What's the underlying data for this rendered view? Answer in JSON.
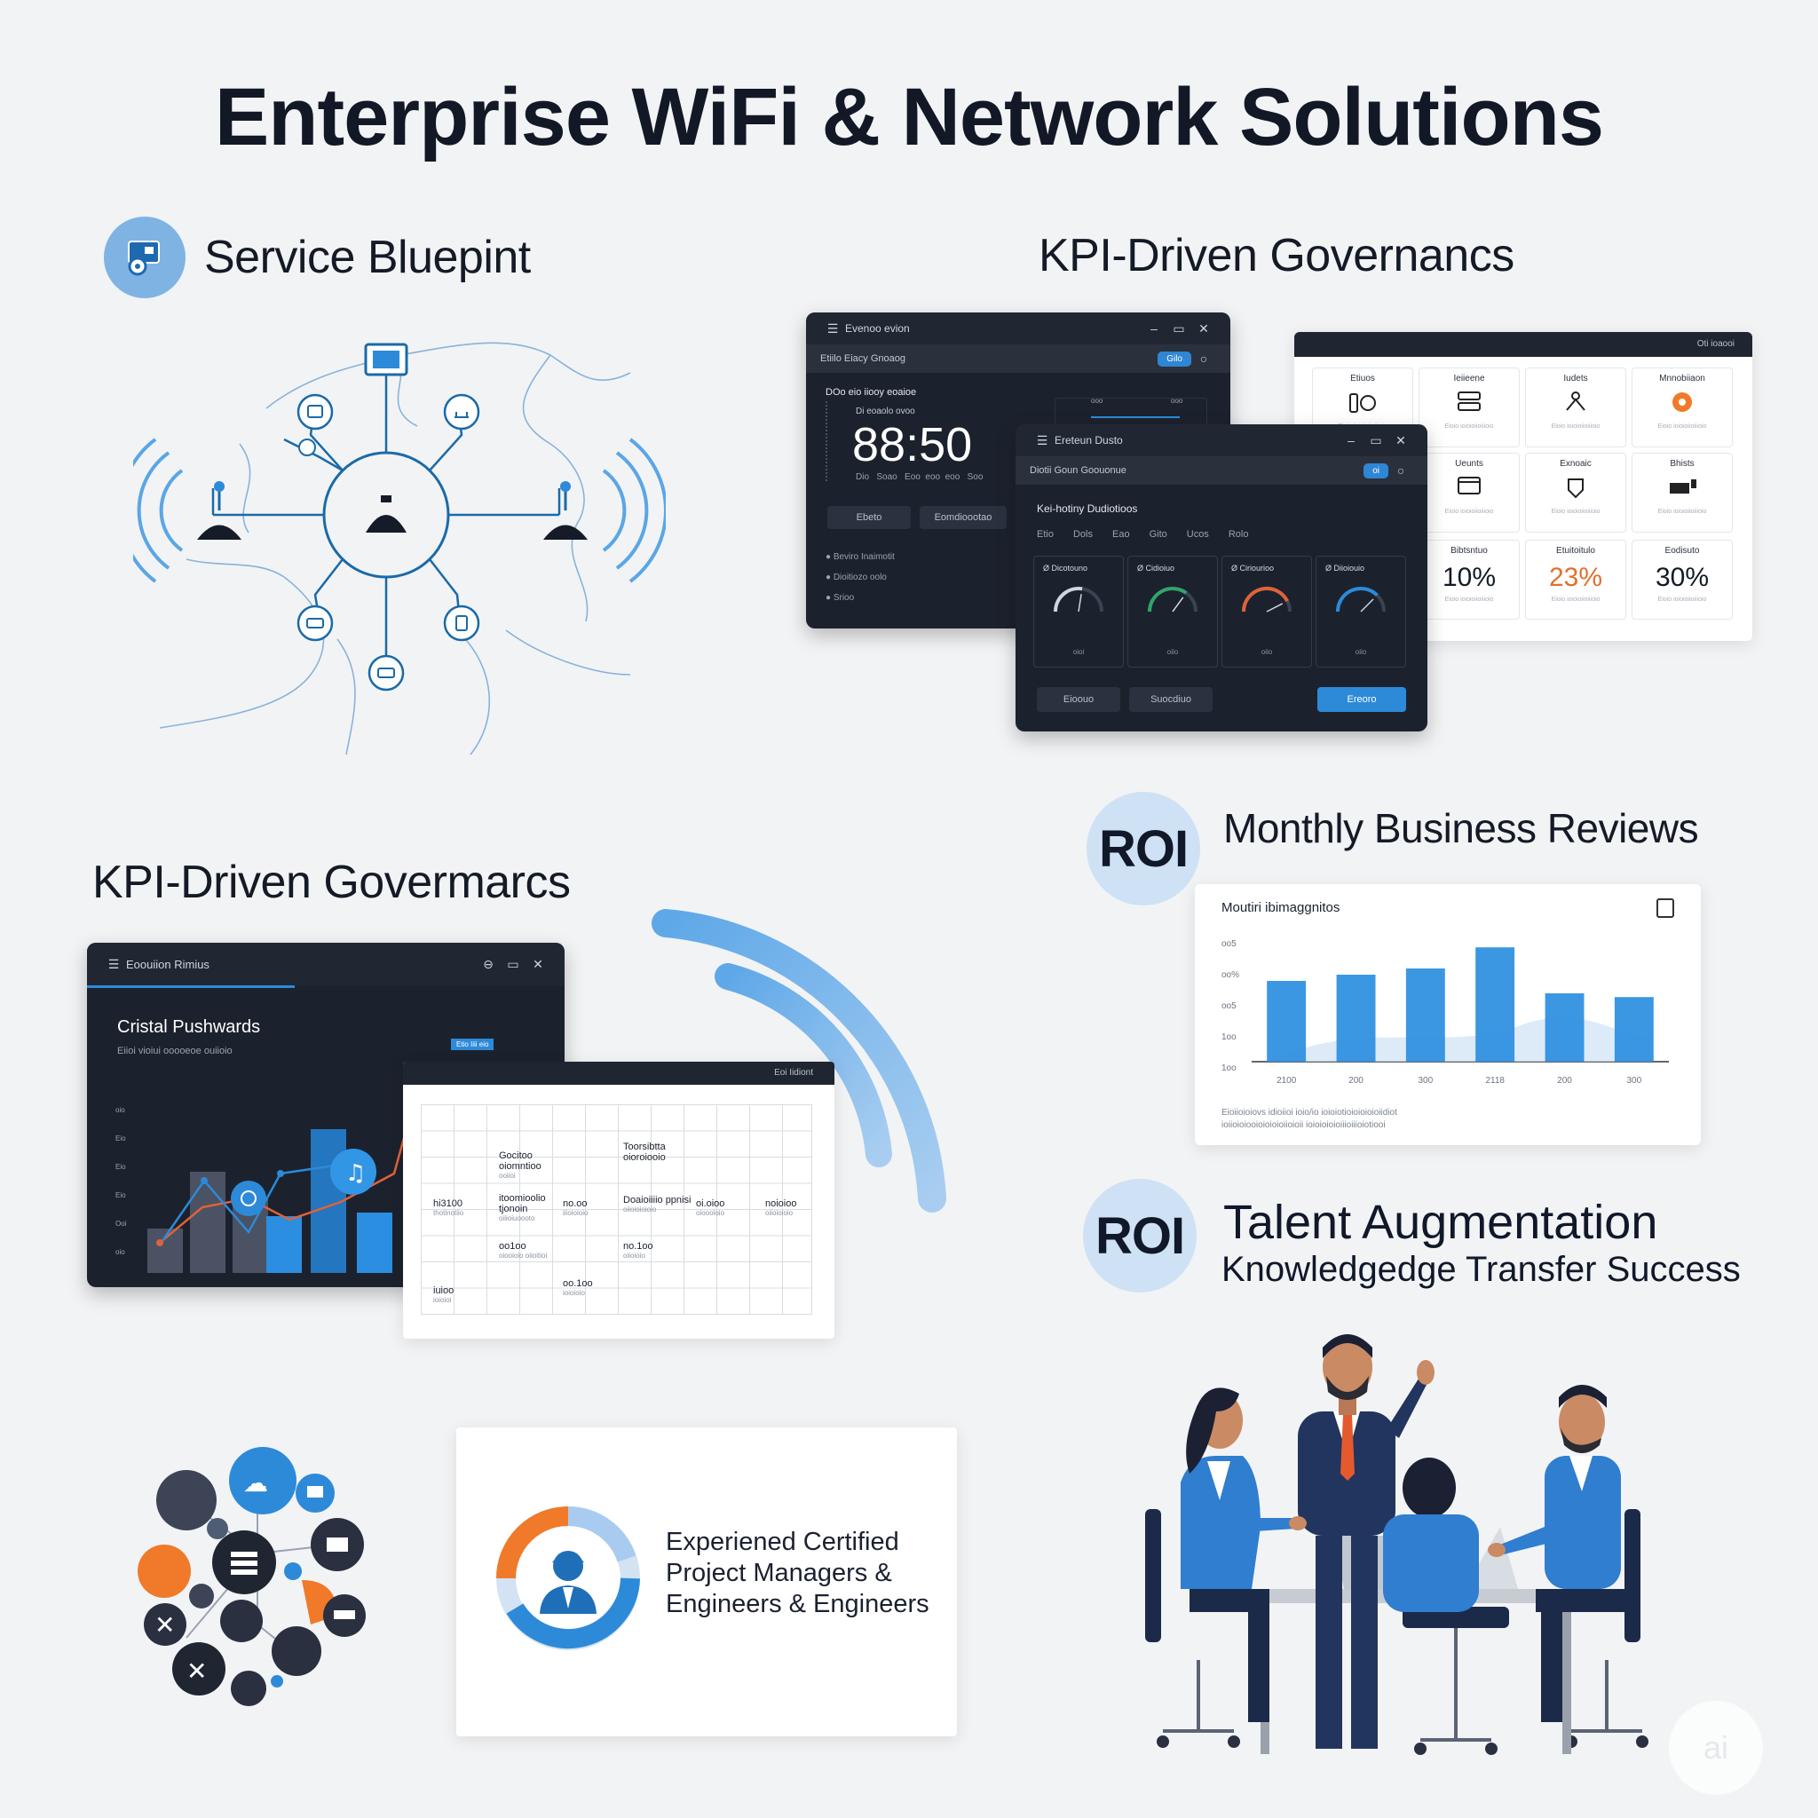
{
  "page": {
    "title": "Enterprise WiFi & Network Solutions"
  },
  "sections": {
    "blueprint": {
      "heading": "Service Bluepint"
    },
    "kpi_top": {
      "heading": "KPI-Driven Governancs"
    },
    "kpi_left": {
      "heading": "KPI-Driven Govermarcs"
    },
    "monthly": {
      "badge": "ROI",
      "heading": "Monthly Business Reviews"
    },
    "talent": {
      "badge": "ROI",
      "heading": "Talent Augmentation",
      "subheading": "Knowledgedge Transfer Success"
    },
    "experts": {
      "lines": [
        "Experiened Certified",
        "Project Managers &",
        "Engineers & Engineers"
      ]
    }
  },
  "window_timer": {
    "title": "Evenoo evion",
    "subtitle": "Etiilo Eiacy Gnoaog",
    "pill": "Gilo",
    "section_label": "DOo eio iiooy eoaioe",
    "small_label": "Di eoaolo ovoo",
    "time": "88:50",
    "units": "Dio   Soao   Eoo  eoo  eoo   Soo",
    "buttons": [
      "Ebeto",
      "Eomdioootao"
    ],
    "list": [
      "Beviro Inaimotit",
      "Dioitiozo oolo",
      "Srioo"
    ],
    "mini_labels": [
      "ooo",
      "ooo"
    ]
  },
  "window_gauges": {
    "title": "Ereteun Dusto",
    "subtitle": "Diotii Goun Goouonue",
    "pill": "oi",
    "section_title": "Kei-hotiny Dudiotioos",
    "tabs": [
      "Etio",
      "Dols",
      "Eao",
      "Gito",
      "Ucos",
      "Rolo"
    ],
    "gauges": [
      {
        "label": "Ø Dicotouno",
        "value": 0.55,
        "color": "#cfd6e0",
        "foot": "oioi"
      },
      {
        "label": "Ø Cidioiuo",
        "value": 0.7,
        "color": "#2fa56a",
        "foot": "oiio"
      },
      {
        "label": "Ø Ciriourioo",
        "value": 0.85,
        "color": "#e0623a",
        "foot": "oiio"
      },
      {
        "label": "Ø Diioiouio",
        "value": 0.75,
        "color": "#2d8ad9",
        "foot": "oiio"
      }
    ],
    "buttons": [
      "Eioouo",
      "Suocdiuo",
      "Ereoro"
    ]
  },
  "tiles_panel": {
    "header": "Oti ioaooi",
    "tiles": [
      {
        "label": "Etiuos",
        "icon": "wifi-icon"
      },
      {
        "label": "Ieiieene",
        "icon": "server-icon"
      },
      {
        "label": "Iudets",
        "icon": "network-icon"
      },
      {
        "label": "Mnnobiiaon",
        "icon": "gear-icon"
      },
      {
        "label": "Ueunts",
        "icon": "monitor-icon"
      },
      {
        "label": "Exnoaic",
        "icon": "shield-icon"
      },
      {
        "label": "Bhists",
        "icon": "router-icon"
      },
      {
        "label": "Bibtsntuo",
        "pct": "10%",
        "pct_color": "#131a27"
      },
      {
        "label": "Etuitoitulo",
        "pct": "23%",
        "pct_color": "#e0702e"
      },
      {
        "label": "Eodisuto",
        "pct": "30%",
        "pct_color": "#131a27"
      }
    ],
    "tile_sub": "Eioio ioioioiioiiioio"
  },
  "window_dashboard": {
    "title": "Eoouiion Rimius",
    "heading": "Cristal Pushwards",
    "subheading": "Eiioi vioiui ooooeoe ouiioio",
    "tag": "Etio Iiii eio",
    "y_labels": [
      "oio",
      "Eio",
      "Eio",
      "Eio",
      "Ooi",
      "oio"
    ]
  },
  "window_table": {
    "header": "Eoi  Iidiont",
    "cells": [
      {
        "main": "Gocitoo oiomntioo",
        "sub": "ooiioi"
      },
      {
        "main": "Toorsibtta oioroiooio",
        "sub": ""
      },
      {
        "main": "hi3100",
        "sub": "thotinotiio"
      },
      {
        "main": "itoomioolio tjonoin",
        "sub": "oiiioiuoooto"
      },
      {
        "main": "no.oo",
        "sub": "iiioioioio"
      },
      {
        "main": "Doaioiiiio ppnisi",
        "sub": "oiioioioioio"
      },
      {
        "main": "oi.oioo",
        "sub": "oioooioio"
      },
      {
        "main": "noioioo",
        "sub": "oiioioioio"
      },
      {
        "main": "oo1oo",
        "sub": "oiooioio oiioitioi"
      },
      {
        "main": "no.1oo",
        "sub": "oiioioio"
      },
      {
        "main": "iuioo",
        "sub": "ioioioi"
      },
      {
        "main": "oo.1oo",
        "sub": "ioioioio"
      }
    ]
  },
  "bar_panel": {
    "title": "Moutiri ibimaggnitos",
    "y_labels": [
      "oo5",
      "oo%",
      "oo5",
      "1oo",
      "1oo"
    ],
    "x_labels": [
      "2100",
      "200",
      "300",
      "2118",
      "200",
      "300"
    ],
    "footnote": [
      "Eioiioioiovs idioiioi ioio/io ioioiotioioioioioiidiot",
      "ioiioioiooioioioioiioioii ioioioioioiiioiiioiotiooi"
    ],
    "color": "#2b8ee0"
  },
  "chart_data": {
    "type": "bar",
    "title": "Moutiri ibimaggnitos",
    "categories": [
      "2100",
      "200",
      "300",
      "2118",
      "200",
      "300"
    ],
    "values": [
      65,
      70,
      75,
      92,
      55,
      52
    ],
    "ylim": [
      0,
      100
    ]
  },
  "icons": {
    "brand_watermark": "ai",
    "blueprint_badge": "monitor-settings-icon"
  }
}
